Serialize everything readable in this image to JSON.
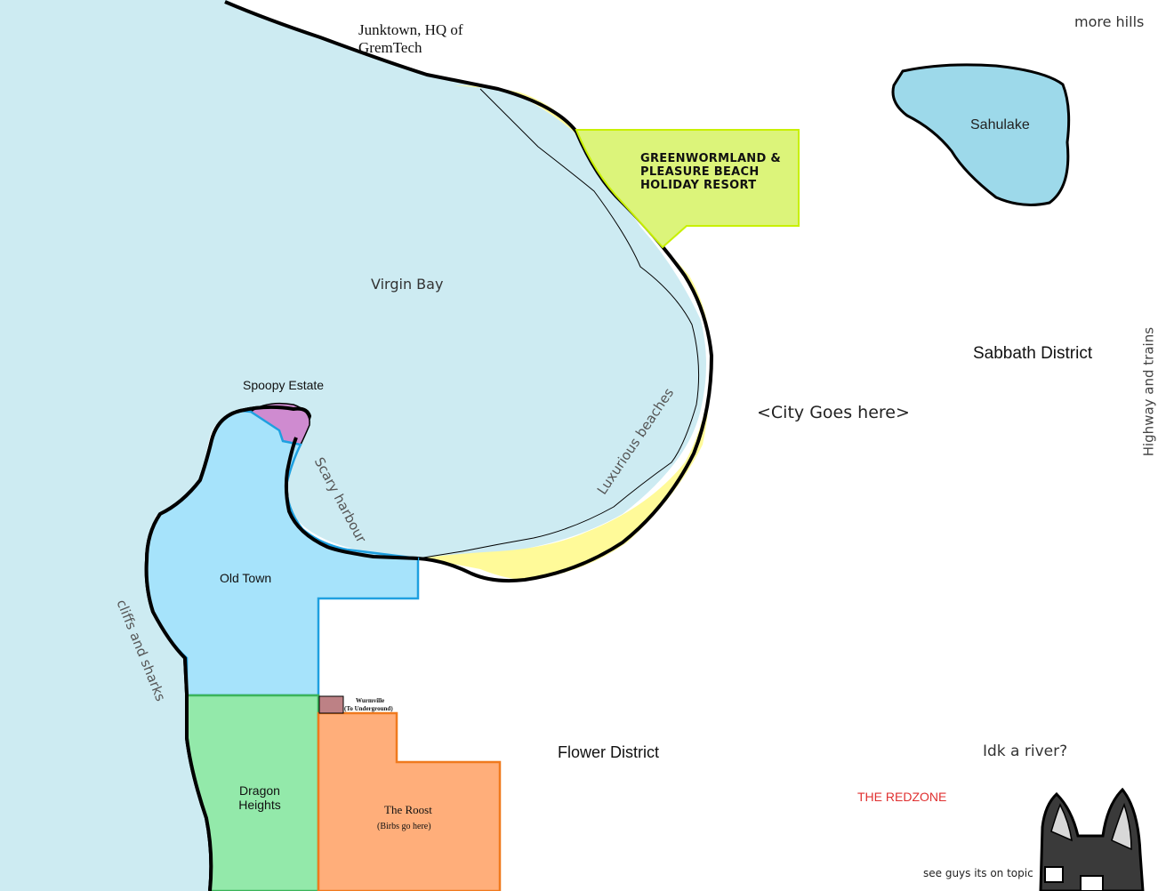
{
  "labels": {
    "junktown": "Junktown, HQ of GremTech",
    "more_hills": "more hills",
    "sahulake": "Sahulake",
    "resort": "GREENWORMLAND & PLEASURE BEACH HOLIDAY RESORT",
    "virgin_bay": "Virgin Bay",
    "sabbath": "Sabbath District",
    "highway": "Highway and trains",
    "city": "<City Goes here>",
    "spoopy": "Spoopy Estate",
    "luxurious": "Luxurious beaches",
    "scary": "Scary harbour",
    "old_town": "Old Town",
    "cliffs": "cliffs and sharks",
    "wurmville": "Wurmville",
    "wurmville_sub": "(To Underground)",
    "flower": "Flower District",
    "river": "Idk a river?",
    "dragon": "Dragon Heights",
    "roost": "The Roost",
    "roost_sub": "(Birbs go here)",
    "redzone": "THE REDZONE",
    "on_topic": "see guys its on topic"
  },
  "colors": {
    "sea": "#cdebf2",
    "lake": "#9dd9ea",
    "beach": "#fffa99",
    "resort": "#dcf47a",
    "resort_border": "#c8f000",
    "spoopy": "#cf8bd0",
    "old_town": "#a6e3fb",
    "old_town_border": "#1ea0e0",
    "dragon": "#93e9aa",
    "dragon_border": "#3bb45a",
    "roost": "#ffae7a",
    "roost_border": "#f07a1e",
    "wurmville": "#bd8185",
    "redzone": "#e03030",
    "coast": "#000000"
  }
}
